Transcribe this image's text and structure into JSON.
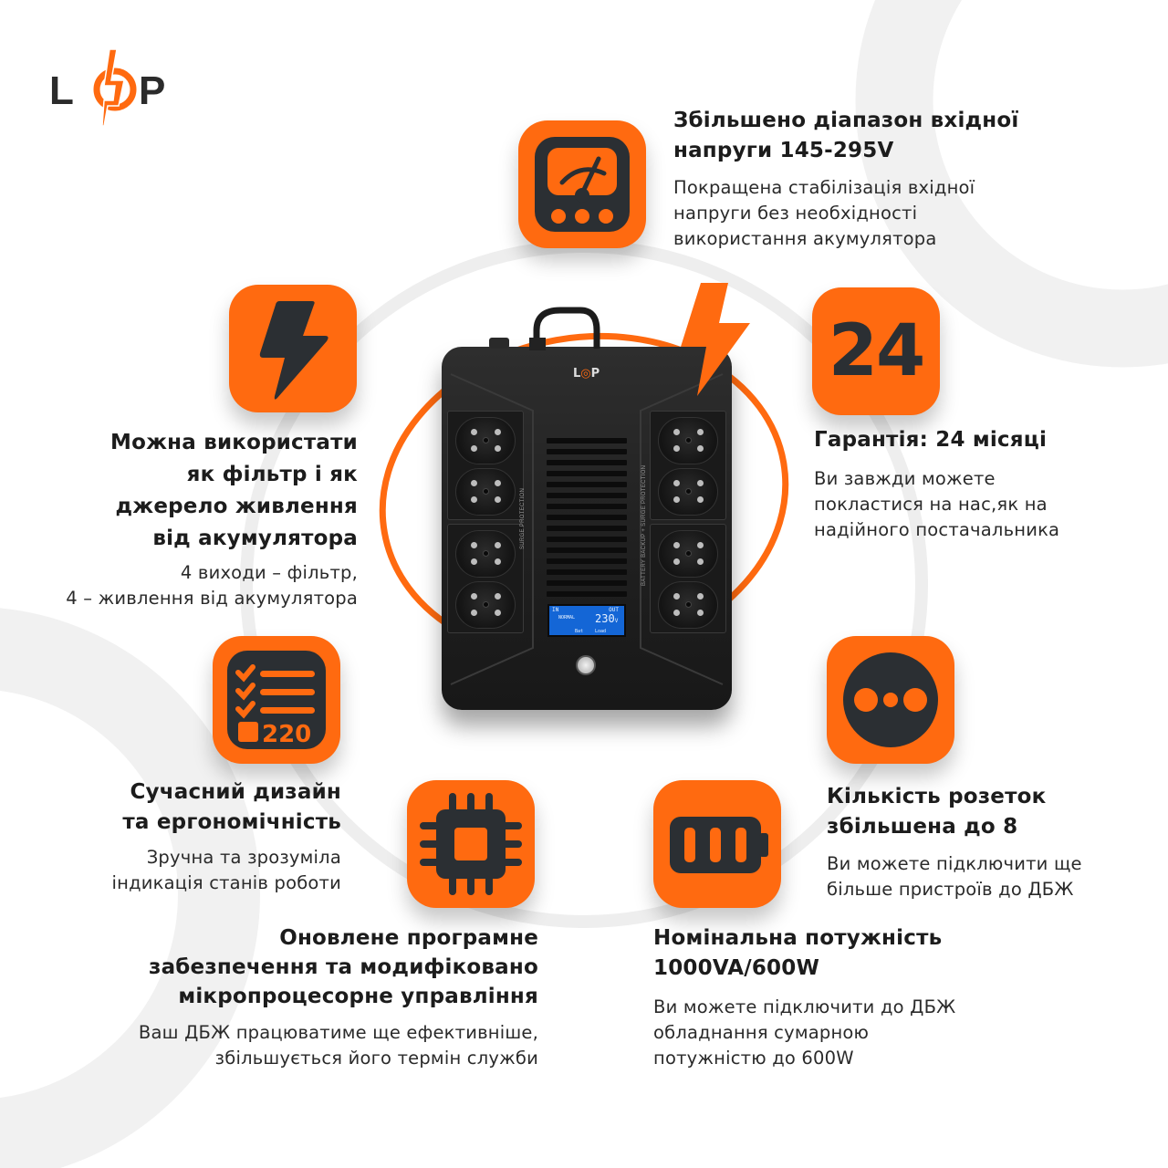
{
  "brand": {
    "logo_letters": [
      "L",
      "P"
    ],
    "logo_label": "LP",
    "accent_color": "#ff6a10",
    "dark_color": "#2b2f33"
  },
  "features": {
    "input_voltage": {
      "icon": "voltmeter-gauge-icon",
      "title_lines": [
        "Збільшено діапазон вхідної",
        "напруги 145-295V"
      ],
      "desc_lines": [
        "Покращена стабілізація вхідної",
        "напруги без необхідності",
        "використання акумулятора"
      ]
    },
    "filter_battery": {
      "icon": "lightning-bolt-icon",
      "title_lines": [
        "Можна використати",
        "як фільтр і як",
        "джерело живлення",
        "від акумулятора"
      ],
      "desc_lines": [
        "4 виходи – фільтр,",
        "4 – живлення від акумулятора"
      ]
    },
    "warranty": {
      "icon": "warranty-24-icon",
      "icon_text": "24",
      "title_lines": [
        "Гарантія: 24 місяці"
      ],
      "desc_lines": [
        "Ви завжди можете",
        "покластися на нас,як на",
        "надійного постачальника"
      ]
    },
    "design": {
      "icon": "checklist-display-icon",
      "icon_text": "220",
      "title_lines": [
        "Сучасний дизайн",
        "та ергономічність"
      ],
      "desc_lines": [
        "Зручна та зрозуміла",
        "індикація станів роботи"
      ]
    },
    "outlets": {
      "icon": "power-socket-icon",
      "title_lines": [
        "Кількість розеток",
        "збільшена до 8"
      ],
      "desc_lines": [
        "Ви можете підключити ще",
        "більше пристроїв до ДБЖ"
      ]
    },
    "firmware": {
      "icon": "microchip-icon",
      "title_lines": [
        "Оновлене програмне",
        "забезпечення та модифіковано",
        "мікропроцесорне управління"
      ],
      "desc_lines": [
        "Ваш ДБЖ працюватиме ще ефективніше,",
        "збільшується його термін служби"
      ]
    },
    "power": {
      "icon": "battery-icon",
      "title_lines": [
        "Номінальна потужність",
        "1000VA/600W"
      ],
      "desc_lines": [
        "Ви можете підключити до ДБЖ",
        "обладнання сумарною",
        "потужністю до 600W"
      ]
    }
  },
  "device": {
    "label_left": "SURGE PROTECTION",
    "label_right": "BATTERY BACKUP + SURGE PROTECTION",
    "lcd": {
      "in_label": "IN",
      "out_label": "OUT",
      "mode": "NORMAL",
      "voltage": "230",
      "unit": "V",
      "bat_label": "Bat",
      "load_label": "Load"
    }
  }
}
